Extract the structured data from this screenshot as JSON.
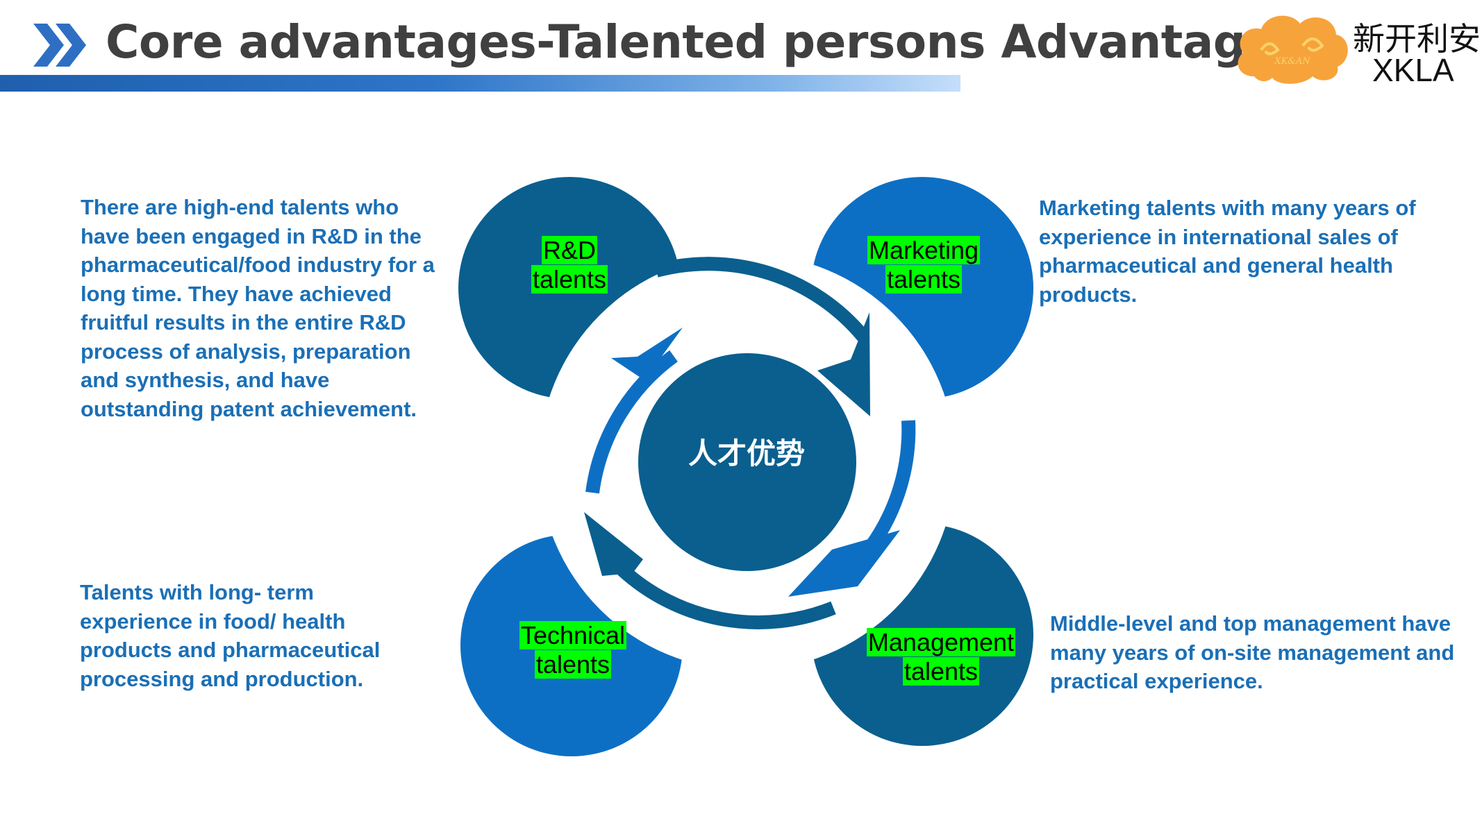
{
  "header": {
    "title": "Core advantages-Talented persons Advantage",
    "icon": "double-chevron-right-icon"
  },
  "logo": {
    "cn_name": "新开利安",
    "en_name": "XKLA",
    "emblem_text": "XK&AN"
  },
  "diagram": {
    "center_label": "人才优势",
    "nodes": [
      {
        "id": "rd",
        "line1": "R&D",
        "line2": "talents"
      },
      {
        "id": "marketing",
        "line1": "Marketing",
        "line2": "talents"
      },
      {
        "id": "technical",
        "line1": "Technical",
        "line2": "talents"
      },
      {
        "id": "management",
        "line1": "Management",
        "line2": "talents"
      }
    ]
  },
  "descriptions": {
    "rd": "There are high-end talents who have been engaged in R&D in the pharmaceutical/food industry for a long time. They have achieved fruitful results in the entire R&D process of analysis, preparation and synthesis, and have outstanding patent achievement.",
    "marketing": "Marketing talents with many years of experience in international sales of pharmaceutical and general health products.",
    "technical": "Talents with long- term experience in food/ health products and pharmaceutical processing and production.",
    "management": "Middle-level and top management have many years of on-site management and practical experience."
  },
  "colors": {
    "dark_blue": "#0a5f8f",
    "mid_blue": "#0d6fc4",
    "text_blue": "#1a6fb6",
    "highlight": "#00ff00",
    "title_gray": "#404040",
    "logo_orange": "#f7a33b"
  }
}
